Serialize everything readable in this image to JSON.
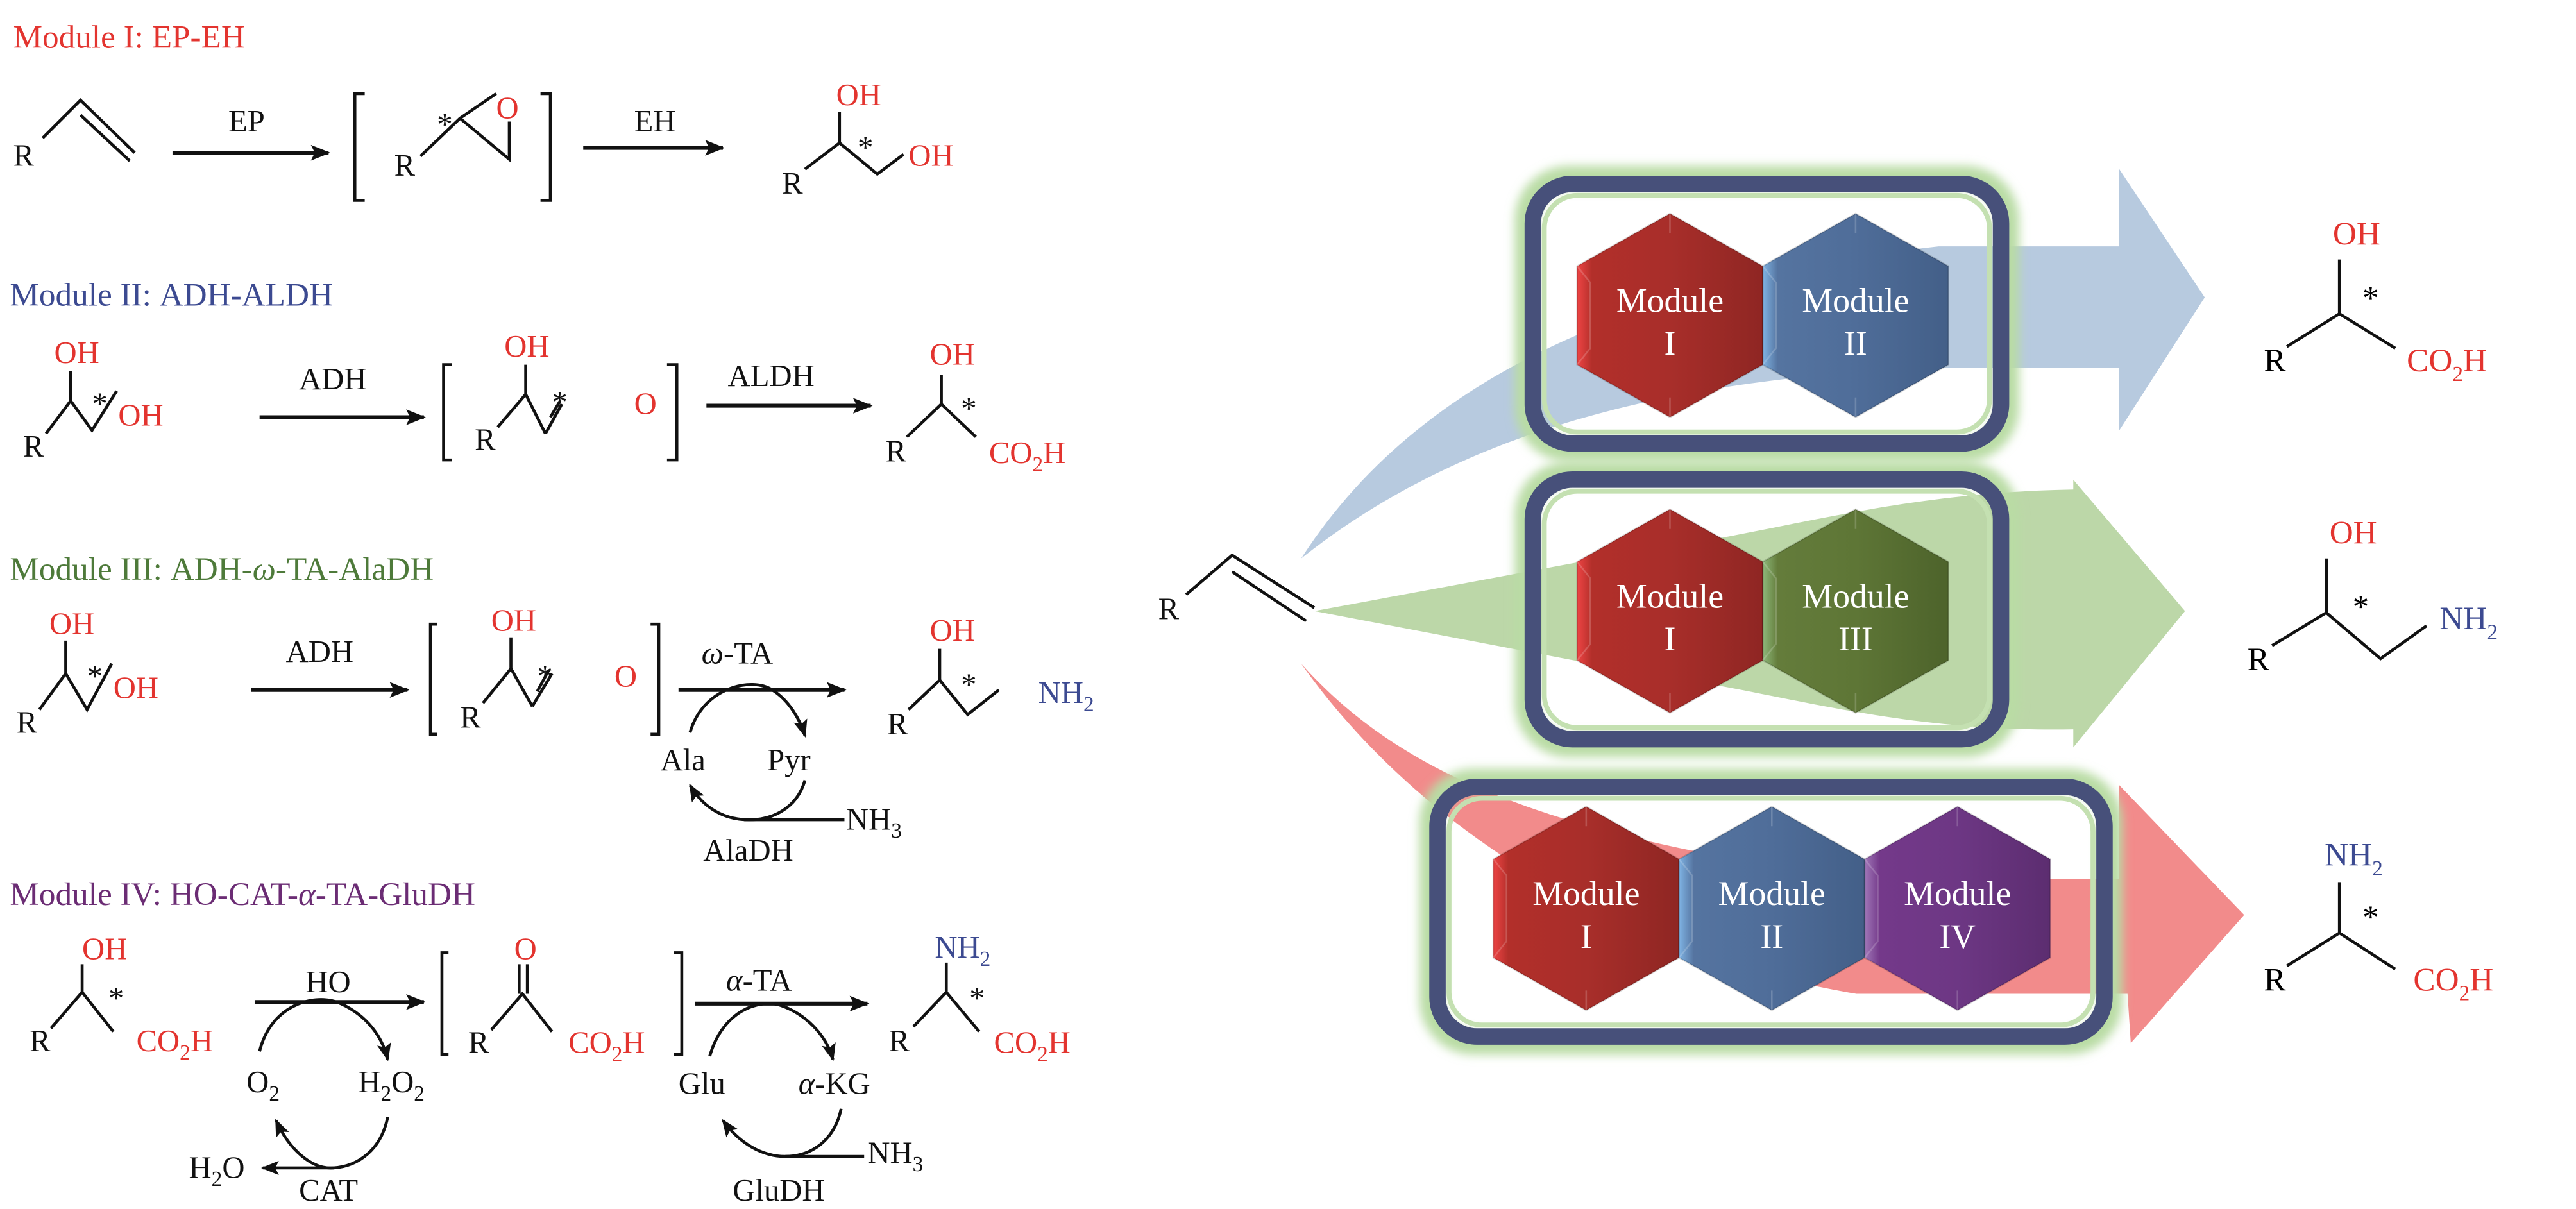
{
  "colors": {
    "module1": "#e3342f",
    "module2": "#3c4a91",
    "module3": "#4e7a3a",
    "module4": "#6b2c74",
    "oxygen": "#e3342f",
    "nitrogen": "#3c4a91",
    "black": "#111111",
    "hex_red": "#a82e2a",
    "hex_blue": "#4f6d99",
    "hex_green": "#5e7636",
    "hex_purple": "#6d3784",
    "frame": "#47507a",
    "frame_glow": "#b9dca4",
    "arrow_blue": "#b7cadf",
    "arrow_green": "#bcd7a8",
    "arrow_red": "#f28b8b"
  },
  "modules": [
    {
      "header_prefix": "Module I: ",
      "header_enzymes": "EP-EH",
      "substrate": {
        "r": "R"
      },
      "step1_enzyme": "EP",
      "intermediate": {
        "r": "R",
        "star": "*",
        "o": "O"
      },
      "step2_enzyme": "EH",
      "product": {
        "r": "R",
        "star": "*",
        "oh1": "OH",
        "oh2": "OH"
      }
    },
    {
      "header_prefix": "Module II: ",
      "header_enzymes": "ADH-ALDH",
      "substrate": {
        "r": "R",
        "star": "*",
        "oh1": "OH",
        "oh2": "OH"
      },
      "step1_enzyme": "ADH",
      "intermediate": {
        "r": "R",
        "star": "*",
        "oh": "OH",
        "o": "O"
      },
      "step2_enzyme": "ALDH",
      "product": {
        "r": "R",
        "star": "*",
        "oh": "OH",
        "co": "CO",
        "co_sub": "2",
        "co_h": "H"
      }
    },
    {
      "header_prefix": "Module III: ",
      "header_enzymes_a": "ADH-",
      "header_greek": "ω",
      "header_enzymes_b": "-TA-AlaDH",
      "substrate": {
        "r": "R",
        "star": "*",
        "oh1": "OH",
        "oh2": "OH"
      },
      "step1_enzyme": "ADH",
      "intermediate": {
        "r": "R",
        "star": "*",
        "oh": "OH",
        "o": "O"
      },
      "step2_greek": "ω",
      "step2_enzyme": "-TA",
      "product": {
        "r": "R",
        "star": "*",
        "oh": "OH",
        "nh": "NH",
        "nh_sub": "2"
      },
      "cofactor_cycle": {
        "left": "Ala",
        "right": "Pyr",
        "enzyme": "AlaDH",
        "input": "NH",
        "input_sub": "3"
      }
    },
    {
      "header_prefix": "Module IV: ",
      "header_enzymes_a": "HO-CAT-",
      "header_greek": "α",
      "header_enzymes_b": "-TA-GluDH",
      "substrate": {
        "r": "R",
        "star": "*",
        "oh": "OH",
        "co": "CO",
        "co_sub": "2",
        "co_h": "H"
      },
      "step1_enzyme": "HO",
      "intermediate": {
        "r": "R",
        "o": "O",
        "co": "CO",
        "co_sub": "2",
        "co_h": "H"
      },
      "step2_greek": "α",
      "step2_enzyme": "-TA",
      "product": {
        "r": "R",
        "star": "*",
        "nh": "NH",
        "nh_sub": "2",
        "co": "CO",
        "co_sub": "2",
        "co_h": "H"
      },
      "cycle1": {
        "left": "O",
        "left_sub": "2",
        "right_a": "H",
        "right_sub1": "2",
        "right_b": "O",
        "right_sub2": "2",
        "out_a": "H",
        "out_sub": "2",
        "out_b": "O",
        "enzyme": "CAT"
      },
      "cycle2": {
        "left": "Glu",
        "right_greek": "α",
        "right": "-KG",
        "enzyme": "GluDH",
        "input": "NH",
        "input_sub": "3"
      }
    }
  ],
  "cascade": {
    "start": {
      "r": "R"
    },
    "routes": [
      {
        "modules": [
          {
            "word": "Module",
            "numeral": "I",
            "color": "red"
          },
          {
            "word": "Module",
            "numeral": "II",
            "color": "blue"
          }
        ],
        "arrow_color": "blue",
        "product": {
          "r": "R",
          "star": "*",
          "top": "OH",
          "top_sub": "",
          "right": "CO",
          "right_sub": "2",
          "right_tail": "H"
        }
      },
      {
        "modules": [
          {
            "word": "Module",
            "numeral": "I",
            "color": "red"
          },
          {
            "word": "Module",
            "numeral": "III",
            "color": "green"
          }
        ],
        "arrow_color": "green",
        "product": {
          "r": "R",
          "star": "*",
          "top": "OH",
          "right": "NH",
          "right_sub": "2"
        }
      },
      {
        "modules": [
          {
            "word": "Module",
            "numeral": "I",
            "color": "red"
          },
          {
            "word": "Module",
            "numeral": "II",
            "color": "blue"
          },
          {
            "word": "Module",
            "numeral": "IV",
            "color": "purple"
          }
        ],
        "arrow_color": "red",
        "product": {
          "r": "R",
          "star": "*",
          "top": "NH",
          "top_sub": "2",
          "right": "CO",
          "right_sub": "2",
          "right_tail": "H"
        }
      }
    ]
  }
}
